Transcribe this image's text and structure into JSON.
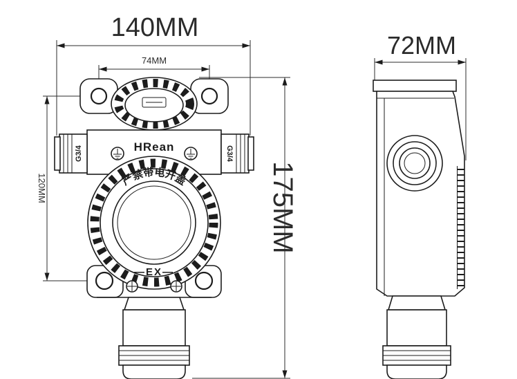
{
  "drawing": {
    "dimensions": {
      "total_width": "140MM",
      "mount_width": "74MM",
      "total_height": "175MM",
      "mount_height": "120MM",
      "total_depth": "72MM"
    },
    "labels": {
      "brand": "HRean",
      "warning": "严禁带电开盖",
      "ex_mark": "—EX—",
      "thread_left": "G3/4",
      "thread_right": "G3/4"
    }
  }
}
